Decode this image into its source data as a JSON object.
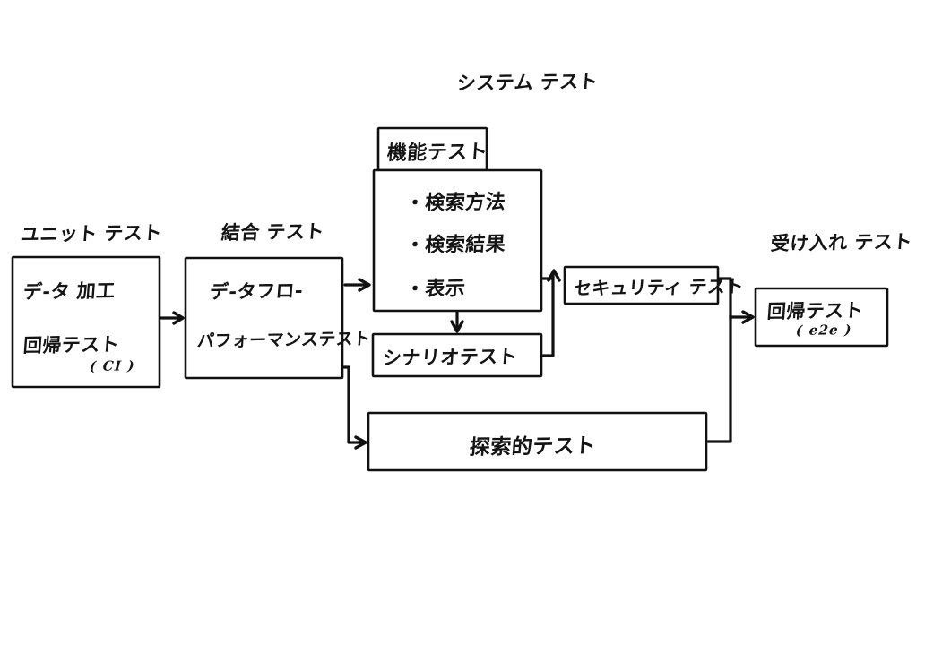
{
  "diagram": {
    "title_label": "システム テスト",
    "stage_labels": [
      {
        "id": "unit",
        "text": "ユニット テスト"
      },
      {
        "id": "integration",
        "text": "結合 テスト"
      },
      {
        "id": "system",
        "text": "システム テスト"
      },
      {
        "id": "acceptance",
        "text": "受け入れ テスト"
      }
    ],
    "boxes": {
      "unit_test": {
        "line1": "デ-タ 加工",
        "line2": "回帰テスト",
        "note": "( CI )"
      },
      "integration_test": {
        "line1": "デ-タフロ-",
        "line2": "パフォーマンステスト"
      },
      "functional_test": {
        "tab": "機能テスト",
        "items": [
          "・検索方法",
          "・検索結果",
          "・表示"
        ]
      },
      "scenario_test": {
        "line1": "シナリオテスト"
      },
      "exploratory_test": {
        "line1": "探索的テスト"
      },
      "security_test": {
        "line1": "セキュリティ テスト"
      },
      "acceptance_test": {
        "line1": "回帰テスト",
        "note": "( e2e )"
      }
    },
    "colors": {
      "ink": "#111111",
      "paper": "#ffffff"
    }
  }
}
